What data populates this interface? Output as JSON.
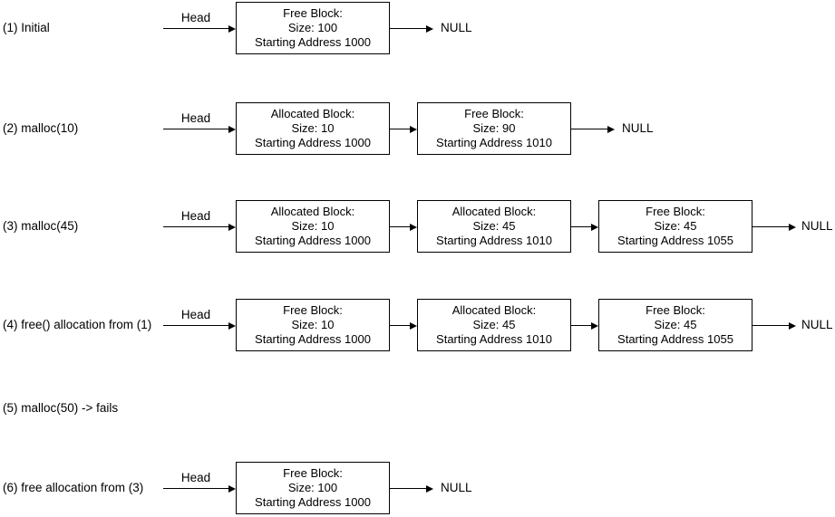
{
  "diagram": {
    "colors": {
      "background": "#ffffff",
      "stroke": "#000000",
      "text": "#000000",
      "box_fill": "#ffffff"
    },
    "rows": [
      {
        "label": "(1) Initial",
        "head": "Head",
        "null": "NULL",
        "boxes": [
          {
            "line1": "Free Block:",
            "line2": "Size: 100",
            "line3": "Starting Address 1000"
          }
        ]
      },
      {
        "label": "(2) malloc(10)",
        "head": "Head",
        "null": "NULL",
        "boxes": [
          {
            "line1": "Allocated Block:",
            "line2": "Size: 10",
            "line3": "Starting Address 1000"
          },
          {
            "line1": "Free Block:",
            "line2": "Size: 90",
            "line3": "Starting Address 1010"
          }
        ]
      },
      {
        "label": "(3) malloc(45)",
        "head": "Head",
        "null": "NULL",
        "boxes": [
          {
            "line1": "Allocated Block:",
            "line2": "Size: 10",
            "line3": "Starting Address 1000"
          },
          {
            "line1": "Allocated Block:",
            "line2": "Size: 45",
            "line3": "Starting Address 1010"
          },
          {
            "line1": "Free Block:",
            "line2": "Size: 45",
            "line3": "Starting Address 1055"
          }
        ]
      },
      {
        "label": "(4) free() allocation from (1)",
        "head": "Head",
        "null": "NULL",
        "boxes": [
          {
            "line1": "Free Block:",
            "line2": "Size: 10",
            "line3": "Starting Address 1000"
          },
          {
            "line1": "Allocated Block:",
            "line2": "Size: 45",
            "line3": "Starting Address 1010"
          },
          {
            "line1": "Free Block:",
            "line2": "Size: 45",
            "line3": "Starting Address 1055"
          }
        ]
      },
      {
        "label": "(5) malloc(50) -> fails",
        "boxes": []
      },
      {
        "label": "(6) free allocation from (3)",
        "head": "Head",
        "null": "NULL",
        "boxes": [
          {
            "line1": "Free Block:",
            "line2": "Size: 100",
            "line3": "Starting Address 1000"
          }
        ]
      }
    ]
  }
}
